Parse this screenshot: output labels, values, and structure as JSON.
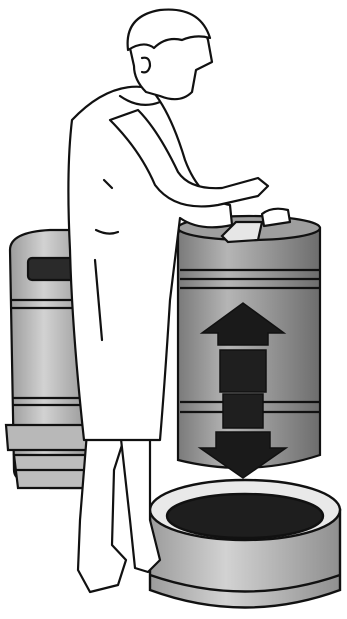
{
  "illustration": {
    "subject": "worker-lifting-inner-waste-liner",
    "colors": {
      "outline": "#111111",
      "metal_dark": "#8a8a8a",
      "metal_light": "#c9c9c9",
      "background": "#ffffff",
      "arrow_fill": "#1a1a1a"
    },
    "icons": [
      "person-figure",
      "outer-bin",
      "inner-liner",
      "double-arrow-icon",
      "bin-base-ring"
    ]
  }
}
